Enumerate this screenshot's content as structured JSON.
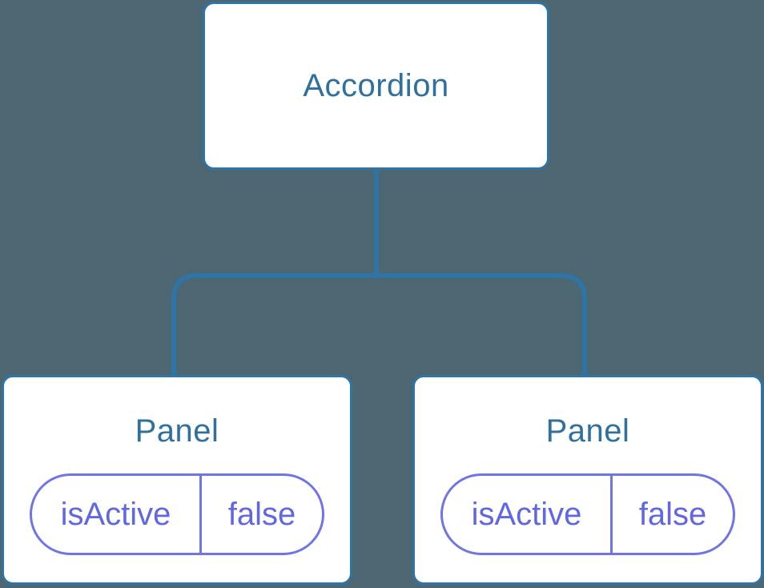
{
  "diagram": {
    "description": "Component tree: Accordion parent with two Panel children, each holding an isActive prop pill",
    "root": {
      "label": "Accordion"
    },
    "children": [
      {
        "label": "Panel",
        "prop": {
          "name": "isActive",
          "value": "false"
        }
      },
      {
        "label": "Panel",
        "prop": {
          "name": "isActive",
          "value": "false"
        }
      }
    ],
    "colors": {
      "background": "#4c6772",
      "node_fill": "#ffffff",
      "node_border": "#2e74a6",
      "connector": "#2e74a6",
      "title_text": "#30709f",
      "prop_border": "#7075e6",
      "prop_text": "#6166e3"
    }
  }
}
